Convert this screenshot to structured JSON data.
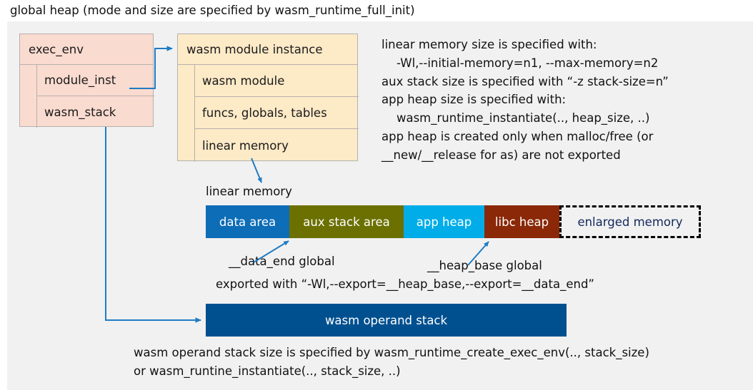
{
  "title": "global heap (mode and size are specified by wasm_runtime_full_init)",
  "exec_env": {
    "header": "exec_env",
    "rows": [
      {
        "label": "module_inst"
      },
      {
        "label": "wasm_stack"
      }
    ]
  },
  "module_instance": {
    "header": "wasm module instance",
    "rows": [
      {
        "label": "wasm module"
      },
      {
        "label": "funcs, globals, tables"
      },
      {
        "label": "linear memory"
      }
    ]
  },
  "notes": "linear memory size is specified with:\n    -Wl,--initial-memory=n1, --max-memory=n2\naux stack size is specified with “-z stack-size=n”\napp heap size is specified with:\n    wasm_runtime_instantiate(.., heap_size, ..)\napp heap is created only when malloc/free (or\n__new/__release for as) are not exported",
  "linear_memory": {
    "label": "linear memory",
    "segments": [
      {
        "label": "data area",
        "color": "#0d6db7",
        "text_color": "#ffffff",
        "width": 117
      },
      {
        "label": "aux stack area",
        "color": "#6b7000",
        "text_color": "#ffffff",
        "width": 160
      },
      {
        "label": "app heap",
        "color": "#00ade8",
        "text_color": "#ffffff",
        "width": 113
      },
      {
        "label": "libc heap",
        "color": "#8a2808",
        "text_color": "#ffffff",
        "width": 105
      },
      {
        "label": "enlarged memory",
        "color": "#f1f1f1",
        "text_color": "#12285c",
        "width": 198,
        "dashed": true
      }
    ]
  },
  "annotations": {
    "data_end": "__data_end global",
    "heap_base": "__heap_base global",
    "exported": "exported with “-Wl,--export=__heap_base,--export=__data_end”"
  },
  "operand_stack": {
    "label": "wasm operand stack",
    "color": "#00508f"
  },
  "footer": "wasm operand stack size is specified by wasm_runtime_create_exec_env(.., stack_size)\nor wasm_runtine_instantiate(.., stack_size, ..)",
  "colors": {
    "panel_background": "#f1f1f1",
    "exec_env_fill": "#fadbd0",
    "module_instance_fill": "#fdeac7",
    "box_border": "#b6b0ad",
    "arrow": "#1f7cc4"
  }
}
